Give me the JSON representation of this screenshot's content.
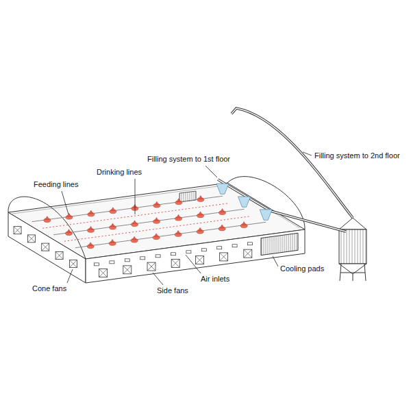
{
  "diagram": {
    "labels": [
      "Filling system to 1st floor",
      "Filling system to 2nd floor",
      "Drinking lines",
      "Feeding lines",
      "Cone fans",
      "Side fans",
      "Air inlets",
      "Cooling pads"
    ]
  }
}
